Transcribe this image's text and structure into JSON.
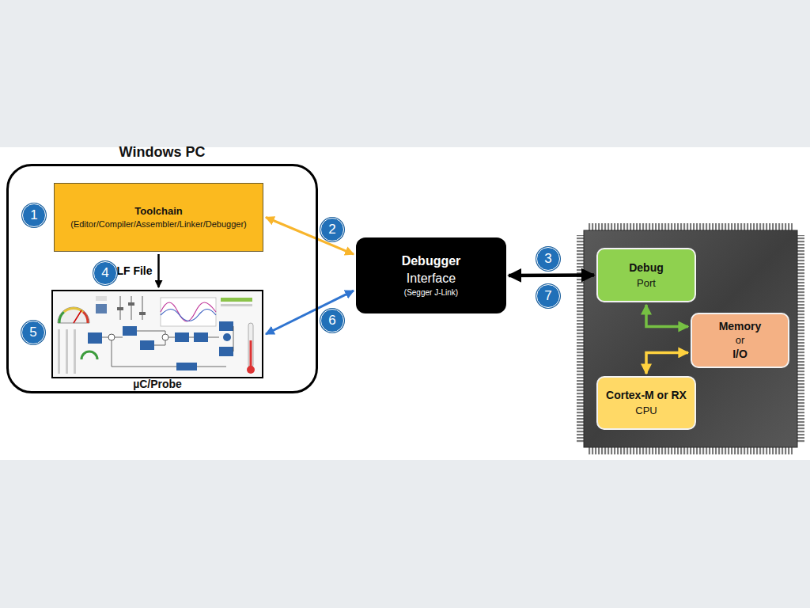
{
  "diagram": {
    "nodes": [
      {
        "text": [
          "Windows PC"
        ]
      },
      {
        "text": [
          "Toolchain",
          "(Editor/Compiler/Assembler/Linker/Debugger)"
        ],
        "in": 0
      },
      {
        "text": [
          "µC/Probe"
        ],
        "in": 0
      },
      {
        "text": [
          "Debugger",
          "Interface",
          "(Segger J-Link)"
        ]
      },
      {
        "text": [
          "Debug",
          "Port"
        ]
      },
      {
        "text": [
          "Memory",
          "or",
          "I/O"
        ]
      },
      {
        "text": [
          "Cortex-M or RX",
          "CPU"
        ]
      }
    ],
    "edges": [
      {
        "from": 1,
        "to": 3,
        "arrow": "both"
      },
      {
        "from": 1,
        "to": 2,
        "label": "ELF File",
        "arrow": "to"
      },
      {
        "from": 2,
        "to": 3,
        "arrow": "both"
      },
      {
        "from": 3,
        "to": 4,
        "arrow": "both"
      },
      {
        "from": 4,
        "to": 5,
        "arrow": "both"
      },
      {
        "from": 6,
        "to": 5,
        "arrow": "both"
      }
    ],
    "labels": [
      "1",
      "2",
      "3",
      "4",
      "5",
      "6",
      "7"
    ]
  }
}
